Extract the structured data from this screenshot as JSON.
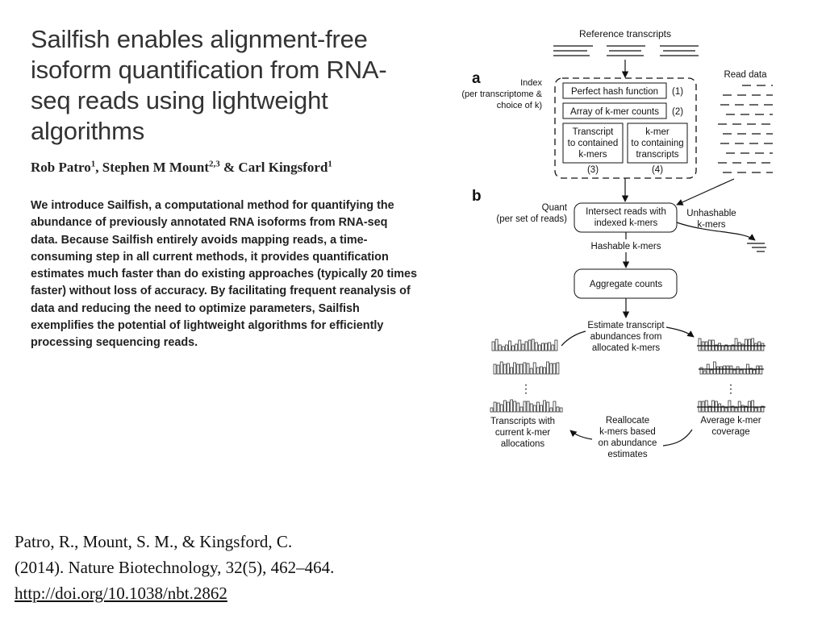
{
  "paper": {
    "title": "Sailfish enables alignment-free isoform quantification from RNA-seq reads using lightweight algorithms",
    "authors": [
      {
        "name": "Rob Patro",
        "sup": "1",
        "sep": ", "
      },
      {
        "name": "Stephen M Mount",
        "sup": "2,3",
        "sep": " & "
      },
      {
        "name": "Carl Kingsford",
        "sup": "1",
        "sep": ""
      }
    ],
    "abstract": "We introduce Sailfish, a computational method for quantifying the abundance of previously annotated RNA isoforms from RNA-seq data. Because Sailfish entirely avoids mapping reads, a time-consuming step in all current methods, it provides quantification estimates much faster than do existing approaches (typically 20 times faster) without loss of accuracy. By facilitating frequent reanalysis of data and reducing the need to optimize parameters, Sailfish exemplifies the potential of lightweight algorithms for efficiently processing sequencing reads."
  },
  "figure": {
    "panel_a": "a",
    "panel_b": "b",
    "reference_transcripts": "Reference transcripts",
    "read_data": "Read data",
    "index_label": [
      "Index",
      "(per transcriptome &",
      "choice of k)"
    ],
    "perfect_hash": "Perfect hash function",
    "kmer_counts": "Array of k-mer counts",
    "n1": "(1)",
    "n2": "(2)",
    "n3": "(3)",
    "n4": "(4)",
    "box3": [
      "Transcript",
      "to contained",
      "k-mers"
    ],
    "box4": [
      "k-mer",
      "to containing",
      "transcripts"
    ],
    "quant_label": [
      "Quant",
      "(per set of reads)"
    ],
    "intersect": [
      "Intersect reads with",
      "indexed k-mers"
    ],
    "unhashable": [
      "Unhashable",
      "k-mers"
    ],
    "hashable": "Hashable k-mers",
    "aggregate": "Aggregate counts",
    "estimate": [
      "Estimate transcript",
      "abundances from",
      "allocated k-mers"
    ],
    "transcripts_with": [
      "Transcripts with",
      "current k-mer",
      "allocations"
    ],
    "reallocate": [
      "Reallocate",
      "k-mers based",
      "on abundance",
      "estimates"
    ],
    "avg_coverage": [
      "Average k-mer",
      "coverage"
    ],
    "ellipsis": "⋮"
  },
  "citation": {
    "line1": "Patro, R., Mount, S. M., & Kingsford, C.",
    "line2": "(2014). Nature Biotechnology, 32(5), 462–464.",
    "doi": "http://doi.org/10.1038/nbt.2862"
  }
}
